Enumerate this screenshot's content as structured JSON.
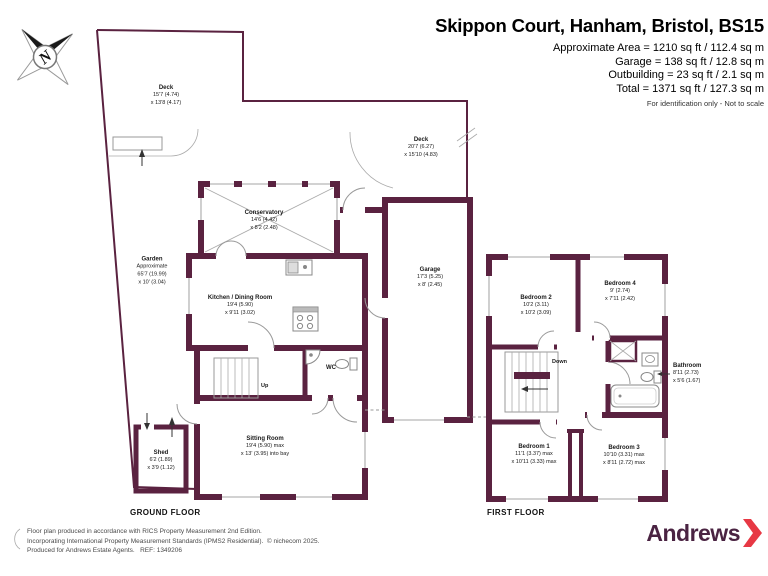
{
  "header": {
    "title": "Skippon Court, Hanham, Bristol, BS15",
    "area_line1": "Approximate Area = 1210 sq ft / 112.4 sq m",
    "area_line2": "Garage = 138 sq ft / 12.8 sq m",
    "area_line3": "Outbuilding = 23 sq ft / 2.1 sq m",
    "area_line4": "Total = 1371 sq ft / 127.3 sq m",
    "disclaimer": "For identification only - Not to scale"
  },
  "compass": {
    "north_label": "N"
  },
  "ground_floor": {
    "label": "GROUND FLOOR",
    "deck1": {
      "name": "Deck",
      "dim1": "15'7 (4.74)",
      "dim2": "x 13'8 (4.17)"
    },
    "deck2": {
      "name": "Deck",
      "dim1": "20'7 (6.27)",
      "dim2": "x 15'10 (4.83)"
    },
    "conservatory": {
      "name": "Conservatory",
      "dim1": "14'6 (4.42)",
      "dim2": "x 8'2 (2.48)"
    },
    "kitchen": {
      "name": "Kitchen / Dining Room",
      "dim1": "19'4 (5.90)",
      "dim2": "x 9'11 (3.02)"
    },
    "garden": {
      "name": "Garden",
      "approx": "Approximate",
      "dim1": "65'7 (19.99)",
      "dim2": "x 10' (3.04)"
    },
    "garage": {
      "name": "Garage",
      "dim1": "17'3 (5.25)",
      "dim2": "x 8' (2.45)"
    },
    "wc": {
      "name": "WC"
    },
    "sitting_room": {
      "name": "Sitting Room",
      "dim1": "19'4 (5.90) max",
      "dim2": "x 13' (3.95) into bay"
    },
    "shed": {
      "name": "Shed",
      "dim1": "6'2 (1.89)",
      "dim2": "x 3'9 (1.12)"
    },
    "stairs_label": "Up"
  },
  "first_floor": {
    "label": "FIRST FLOOR",
    "bedroom2": {
      "name": "Bedroom 2",
      "dim1": "10'2 (3.11)",
      "dim2": "x 10'2 (3.09)"
    },
    "bedroom4": {
      "name": "Bedroom 4",
      "dim1": "9' (2.74)",
      "dim2": "x 7'11 (2.42)"
    },
    "bathroom": {
      "name": "Bathroom",
      "dim1": "8'11 (2.73)",
      "dim2": "x 5'6 (1.67)"
    },
    "bedroom1": {
      "name": "Bedroom 1",
      "dim1": "11'1 (3.37) max",
      "dim2": "x 10'11 (3.33) max"
    },
    "bedroom3": {
      "name": "Bedroom 3",
      "dim1": "10'10 (3.31) max",
      "dim2": "x 8'11 (2.72) max"
    },
    "stairs_label": "Down"
  },
  "footer": {
    "line1": "Floor plan produced in accordance with RICS Property Measurement 2nd Edition.",
    "line2": "Incorporating International Property Measurement Standards (IPMS2 Residential).  © nichecom 2025.",
    "line3": "Produced for Andrews Estate Agents.   REF: 1349206",
    "brand_name": "Andrews"
  },
  "colors": {
    "wall": "#5a2240",
    "brand_purple": "#4a2342",
    "chevron_red": "#e73844"
  }
}
